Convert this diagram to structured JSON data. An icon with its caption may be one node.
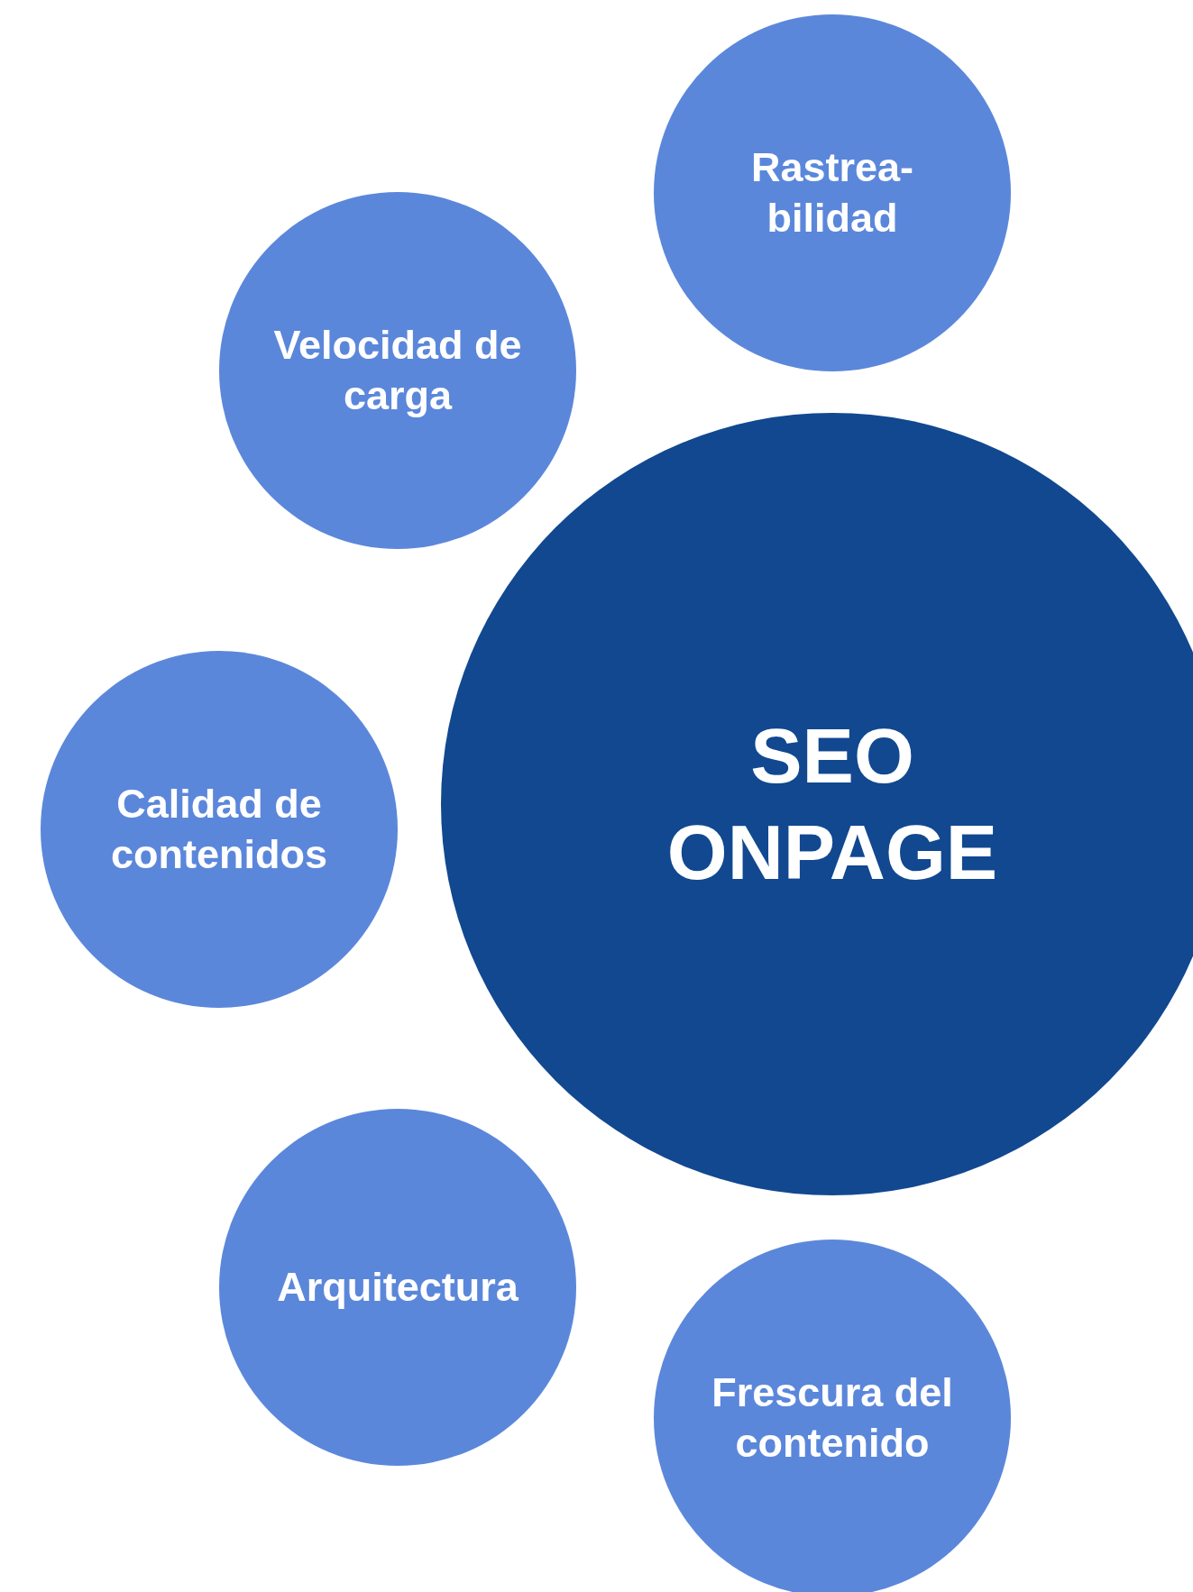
{
  "diagram": {
    "nodes": [
      {
        "text": [
          "Rastrea- bilidad"
        ]
      },
      {
        "text": [
          "Velocidad de carga"
        ]
      },
      {
        "text": [
          "SEO ONPAGE"
        ]
      },
      {
        "text": [
          "Calidad de contenidos"
        ]
      },
      {
        "text": [
          "Arquitectura"
        ]
      },
      {
        "text": [
          "Frescura del contenido"
        ]
      }
    ],
    "edges": []
  }
}
